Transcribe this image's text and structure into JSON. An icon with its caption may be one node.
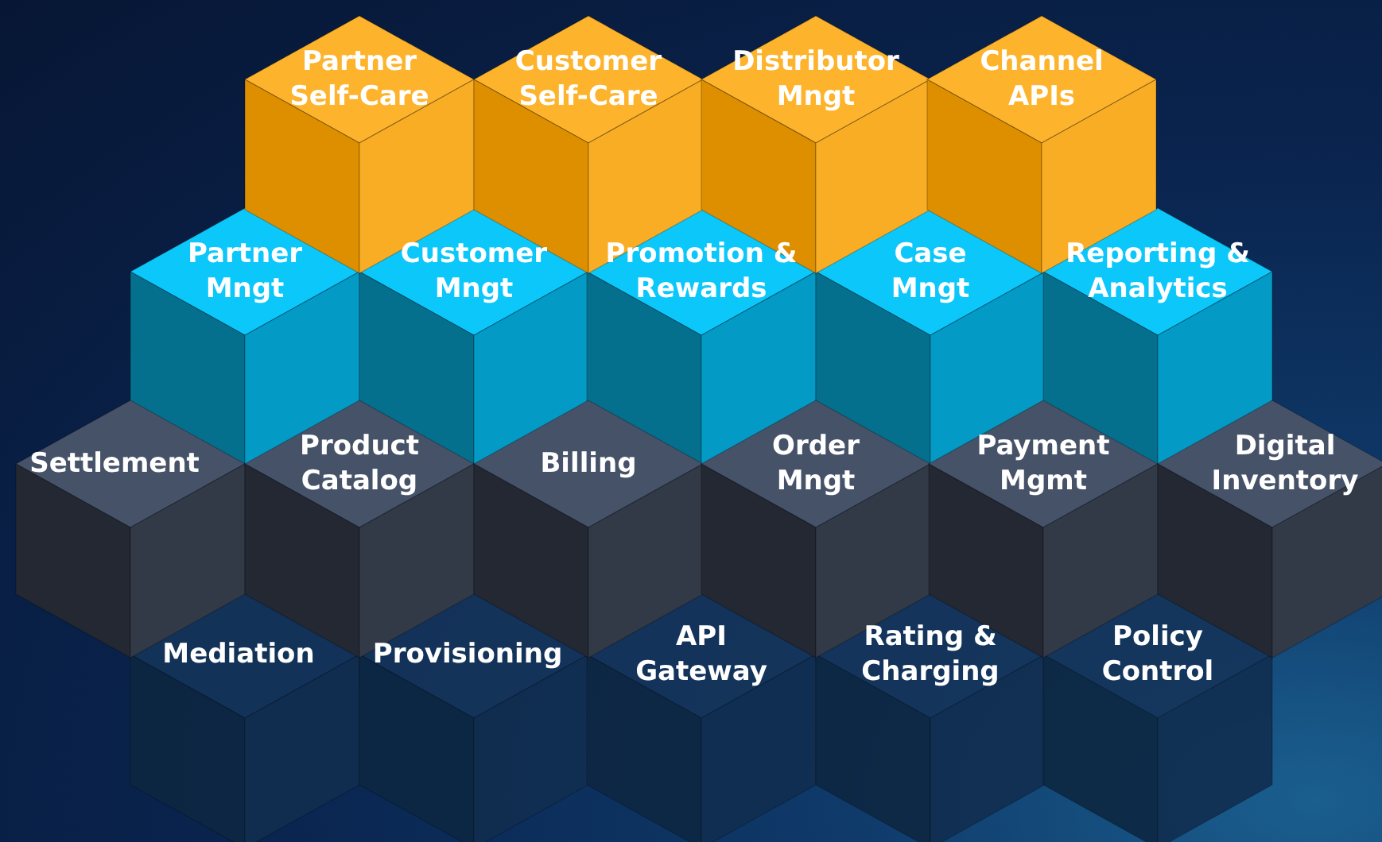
{
  "diagram": {
    "nodes": [
      {
        "text": [
          "Partner Self-Care"
        ]
      },
      {
        "text": [
          "Customer Self-Care"
        ]
      },
      {
        "text": [
          "Distributor Mngt"
        ]
      },
      {
        "text": [
          "Channel APIs"
        ]
      },
      {
        "text": [
          "Partner Mngt"
        ]
      },
      {
        "text": [
          "Customer Mngt"
        ]
      },
      {
        "text": [
          "Promotion & Rewards"
        ]
      },
      {
        "text": [
          "Case Mngt"
        ]
      },
      {
        "text": [
          "Reporting & Analytics"
        ]
      },
      {
        "text": [
          "Settlement"
        ]
      },
      {
        "text": [
          "Product Catalog"
        ]
      },
      {
        "text": [
          "Billing"
        ]
      },
      {
        "text": [
          "Order Mngt"
        ]
      },
      {
        "text": [
          "Payment Mgmt"
        ]
      },
      {
        "text": [
          "Digital Inventory"
        ]
      },
      {
        "text": [
          "Mediation"
        ]
      },
      {
        "text": [
          "Provisioning"
        ]
      },
      {
        "text": [
          "API Gateway"
        ]
      },
      {
        "text": [
          "Rating & Charging"
        ]
      },
      {
        "text": [
          "Policy Control"
        ]
      }
    ]
  }
}
